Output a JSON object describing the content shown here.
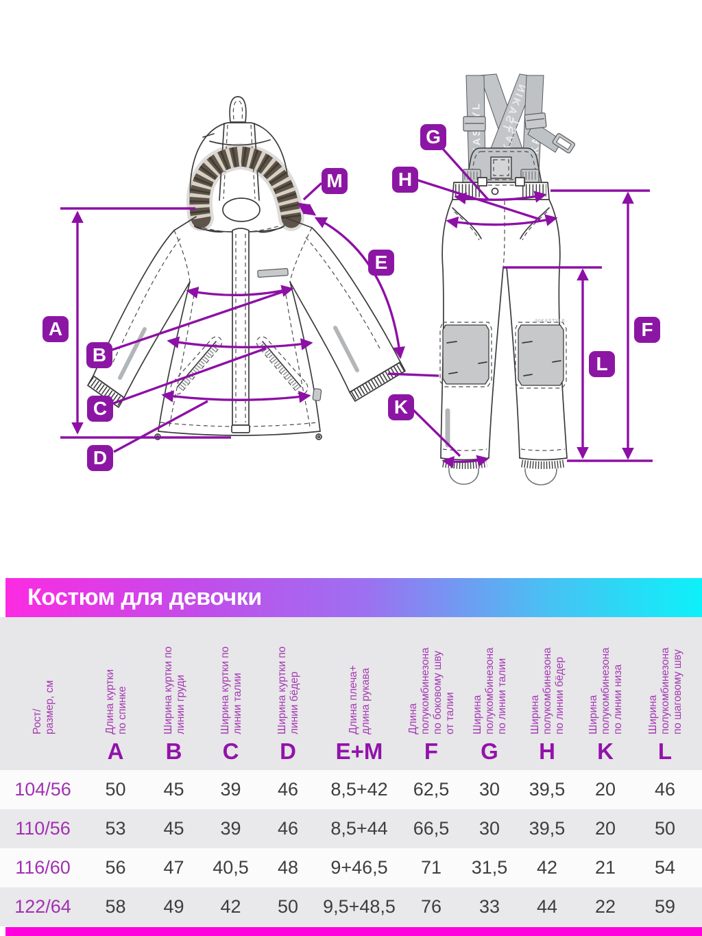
{
  "diagram": {
    "labels": {
      "A": "A",
      "B": "B",
      "C": "C",
      "D": "D",
      "E": "E",
      "M": "M",
      "F": "F",
      "G": "G",
      "H": "H",
      "K": "K",
      "L": "L"
    },
    "strap_text": "NIKASTYL",
    "strap_text_short": "NIKAST",
    "strap_text_mirror": "ИIKAƧT",
    "brand_small": "NIKASTYLE",
    "accent_color": "#8d10a6",
    "label_color": "#8c16a4"
  },
  "table": {
    "title": "Костюм для девочки",
    "size_col_label": "Рост/\nразмер, см",
    "columns": [
      {
        "letter": "A",
        "label": "Длина куртки\nпо спинке"
      },
      {
        "letter": "B",
        "label": "Ширина куртки по\nлинии груди"
      },
      {
        "letter": "C",
        "label": "Ширина куртки по\nлинии талии"
      },
      {
        "letter": "D",
        "label": "Ширина куртки по\nлинии бёдер"
      },
      {
        "letter": "E+M",
        "label": "Длина плеча+\nдлина рукава"
      },
      {
        "letter": "F",
        "label": "Длина\nполукомбинезона\nпо боковому шву\nот талии"
      },
      {
        "letter": "G",
        "label": "Ширина\nполукомбинезона\nпо линии талии"
      },
      {
        "letter": "H",
        "label": "Ширина\nполукомбинезона\nпо линии бёдер"
      },
      {
        "letter": "K",
        "label": "Ширина\nполукомбинезона\nпо линии низа"
      },
      {
        "letter": "L",
        "label": "Ширина\nполукомбинезона\nпо шаговому шву"
      }
    ],
    "rows": [
      {
        "size": "104/56",
        "values": [
          "50",
          "45",
          "39",
          "46",
          "8,5+42",
          "62,5",
          "30",
          "39,5",
          "20",
          "46"
        ]
      },
      {
        "size": "110/56",
        "values": [
          "53",
          "45",
          "39",
          "46",
          "8,5+44",
          "66,5",
          "30",
          "39,5",
          "20",
          "50"
        ]
      },
      {
        "size": "116/60",
        "values": [
          "56",
          "47",
          "40,5",
          "48",
          "9+46,5",
          "71",
          "31,5",
          "42",
          "21",
          "54"
        ]
      },
      {
        "size": "122/64",
        "values": [
          "58",
          "49",
          "42",
          "50",
          "9,5+48,5",
          "76",
          "33",
          "44",
          "22",
          "59"
        ]
      }
    ],
    "header_bg": "#e7e6e8",
    "row_alt_bg": "#e9e8ea",
    "bottom_bar_color": "#fd00dd",
    "title_gradient": [
      "#fc2be2",
      "#9c71f1",
      "#0df1f9"
    ]
  }
}
